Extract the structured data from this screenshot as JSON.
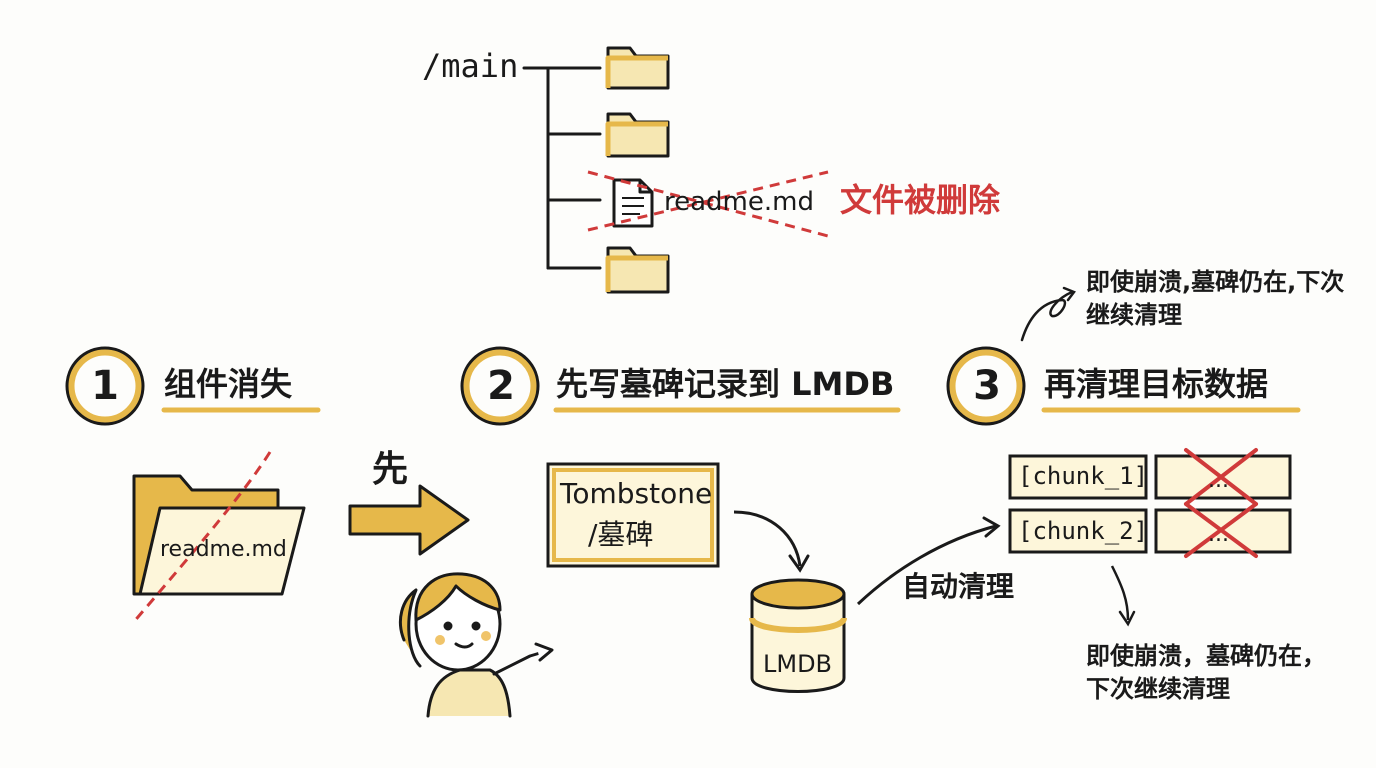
{
  "tree": {
    "root_label": "/main",
    "deleted_file": "readme.md",
    "deleted_note": "文件被删除"
  },
  "steps": [
    {
      "number": "1",
      "title": "组件消失"
    },
    {
      "number": "2",
      "title": "先写墓碑记录到 LMDB"
    },
    {
      "number": "3",
      "title": "再清理目标数据"
    }
  ],
  "step1": {
    "folder_label": "readme.md",
    "arrow_label": "先"
  },
  "step2": {
    "tombstone_line1": "Tombstone",
    "tombstone_line2": "/墓碑",
    "db_label": "LMDB",
    "arrow_label": "自动清理"
  },
  "step3": {
    "chunks": [
      "[chunk_1]",
      "[chunk_2]"
    ],
    "cleared_placeholder": "...",
    "note_top": "即使崩溃,墓碑仍在,下次继续清理",
    "note_bottom": "即使崩溃，墓碑仍在，下次继续清理"
  },
  "colors": {
    "accent": "#e6b84a",
    "accent_light": "#f6e7b2",
    "delete": "#d03a3a",
    "ink": "#1a1a1a"
  }
}
